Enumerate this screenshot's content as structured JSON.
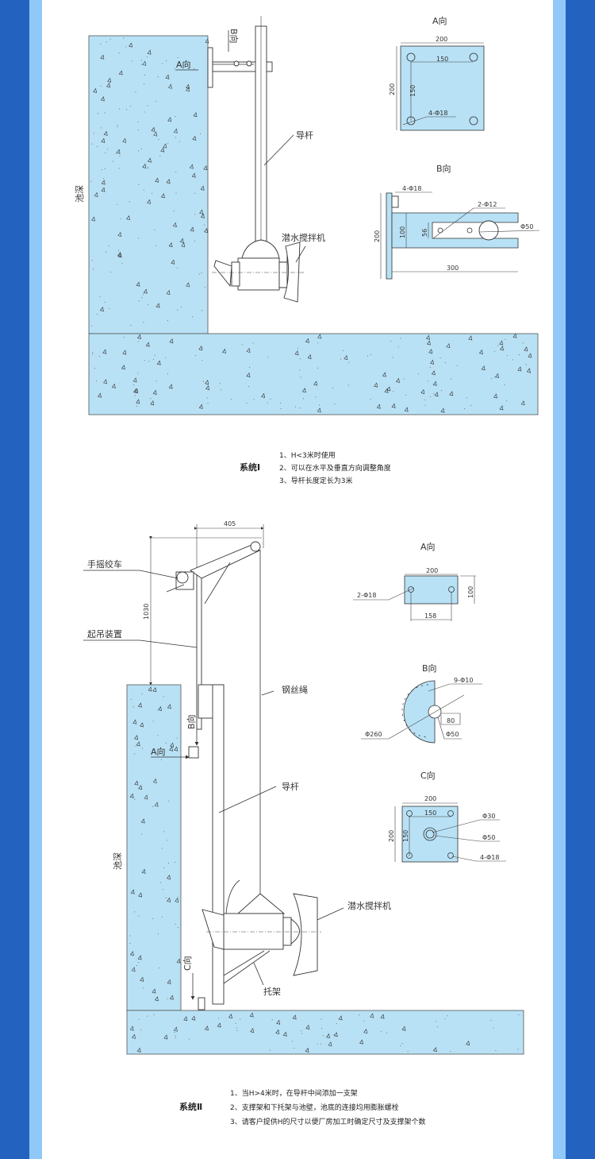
{
  "system1": {
    "pool_depth_label": "池深",
    "a_dir_label": "A向",
    "b_dir_label": "B向",
    "guide_rod_label": "导杆",
    "mixer_label": "潜水搅拌机",
    "view_a": {
      "title": "A向",
      "width": "200",
      "height": "200",
      "hole_spacing_x": "150",
      "hole_spacing_y": "150",
      "holes": "4-Φ18"
    },
    "view_b": {
      "title": "B向",
      "plate_holes": "4-Φ18",
      "height": "200",
      "arm_height": "100",
      "slot": "56",
      "bolt_holes": "2-Φ12",
      "pipe": "Φ50",
      "length": "300"
    },
    "notes_title": "系统Ⅰ",
    "notes": [
      "1、H<3米时使用",
      "2、可以在水平及垂直方向调整角度",
      "3、导杆长度定长为3米"
    ]
  },
  "system2": {
    "winch_label": "手摇绞车",
    "hoist_label": "起吊装置",
    "rope_label": "钢丝绳",
    "guide_rod_label": "导杆",
    "mixer_label": "潜水搅拌机",
    "bracket_label": "托架",
    "pool_depth_label": "池深",
    "a_dir_label": "A向",
    "b_dir_label": "B向",
    "c_dir_label": "C向",
    "dim_reach": "405",
    "dim_height": "1030",
    "view_a": {
      "title": "A向",
      "width": "200",
      "height": "100",
      "hole_spacing": "158",
      "holes": "2-Φ18"
    },
    "view_b": {
      "title": "B向",
      "holes": "9-Φ10",
      "outer": "Φ260",
      "inner": "Φ50",
      "offset": "80"
    },
    "view_c": {
      "title": "C向",
      "width": "200",
      "height": "200",
      "hole_spacing_x": "150",
      "hole_spacing_y": "150",
      "d30": "Φ30",
      "d50": "Φ50",
      "holes": "4-Φ18"
    },
    "notes_title": "系统Ⅱ",
    "notes": [
      "1、当H>4米时，在导杆中间添加一支架",
      "2、支撑架和下托架与池壁，池底的连接均用膨胀螺栓",
      "3、请客户提供H的尺寸以便厂房加工时确定尺寸及支撑架个数"
    ]
  },
  "colors": {
    "border_dark": "#2462c0",
    "border_light": "#90c8f8",
    "concrete": "#b8e1f5"
  }
}
